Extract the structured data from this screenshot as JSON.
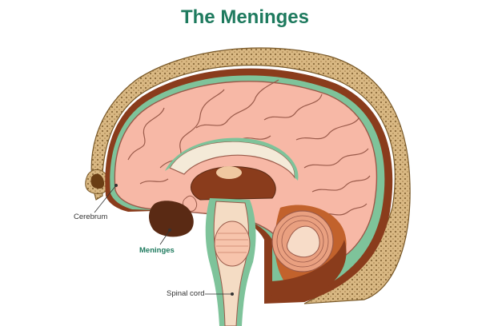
{
  "title": "The Meninges",
  "labels": {
    "cerebrum": "Cerebrum",
    "meninges": "Meninges",
    "spinal_cord": "Spinal cord"
  },
  "colors": {
    "title": "#1e7a5e",
    "brain": "#f7b8a6",
    "brain_outline": "#9a5a4a",
    "meninges": "#7ec39a",
    "skull": "#c9a26c",
    "dark_brown": "#5a2a14",
    "mid_brown": "#8a3c1c",
    "rust": "#9a4a22"
  }
}
